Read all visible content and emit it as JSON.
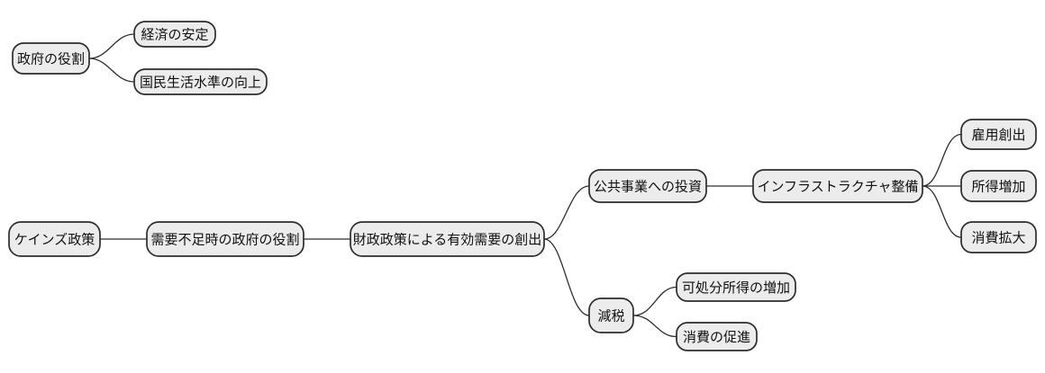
{
  "diagram": {
    "type": "mindmap",
    "background_color": "#ffffff",
    "node_fill": "#ececec",
    "node_stroke": "#2d2d2d",
    "edge_color": "#2d2d2d",
    "nodes": [
      {
        "id": "government-role",
        "label": "政府の役割"
      },
      {
        "id": "economic-stability",
        "label": "経済の安定"
      },
      {
        "id": "living-standard-improvement",
        "label": "国民生活水準の向上"
      },
      {
        "id": "keynesian-policy",
        "label": "ケインズ政策"
      },
      {
        "id": "gov-role-demand-shortage",
        "label": "需要不足時の政府の役割"
      },
      {
        "id": "effective-demand-creation",
        "label": "財政政策による有効需要の創出"
      },
      {
        "id": "public-works-investment",
        "label": "公共事業への投資"
      },
      {
        "id": "infrastructure-development",
        "label": "インフラストラクチャ整備"
      },
      {
        "id": "job-creation",
        "label": "雇用創出"
      },
      {
        "id": "income-increase",
        "label": "所得増加"
      },
      {
        "id": "consumption-expansion",
        "label": "消費拡大"
      },
      {
        "id": "tax-cut",
        "label": "減税"
      },
      {
        "id": "disposable-income-increase",
        "label": "可処分所得の増加"
      },
      {
        "id": "consumption-promotion",
        "label": "消費の促進"
      }
    ],
    "edges": [
      {
        "from": "政府の役割",
        "to": "経済の安定"
      },
      {
        "from": "政府の役割",
        "to": "国民生活水準の向上"
      },
      {
        "from": "ケインズ政策",
        "to": "需要不足時の政府の役割"
      },
      {
        "from": "需要不足時の政府の役割",
        "to": "財政政策による有効需要の創出"
      },
      {
        "from": "財政政策による有効需要の創出",
        "to": "公共事業への投資"
      },
      {
        "from": "財政政策による有効需要の創出",
        "to": "減税"
      },
      {
        "from": "公共事業への投資",
        "to": "インフラストラクチャ整備"
      },
      {
        "from": "インフラストラクチャ整備",
        "to": "雇用創出"
      },
      {
        "from": "インフラストラクチャ整備",
        "to": "所得増加"
      },
      {
        "from": "インフラストラクチャ整備",
        "to": "消費拡大"
      },
      {
        "from": "減税",
        "to": "可処分所得の増加"
      },
      {
        "from": "減税",
        "to": "消費の促進"
      }
    ]
  }
}
